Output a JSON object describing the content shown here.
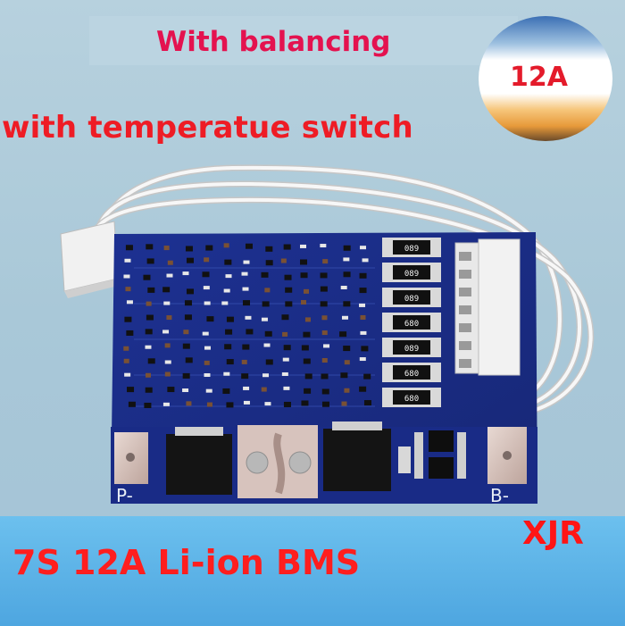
{
  "headline_balancing": "With balancing",
  "headline_temperature": "with temperatue switch",
  "current_badge": "12A",
  "product_title": "7S 12A Li-ion BMS",
  "brand": "XJR",
  "pads": {
    "p_minus": "P-",
    "b_minus": "B-"
  },
  "resistor_markings": [
    "089",
    "089",
    "089",
    "680",
    "089",
    "680",
    "680"
  ],
  "colors": {
    "background": "#b2cedd",
    "footer_band": "#5fb6e8",
    "pcb": "#1a2c8a",
    "headline": "#e4124f",
    "title": "#ff1e1e"
  }
}
